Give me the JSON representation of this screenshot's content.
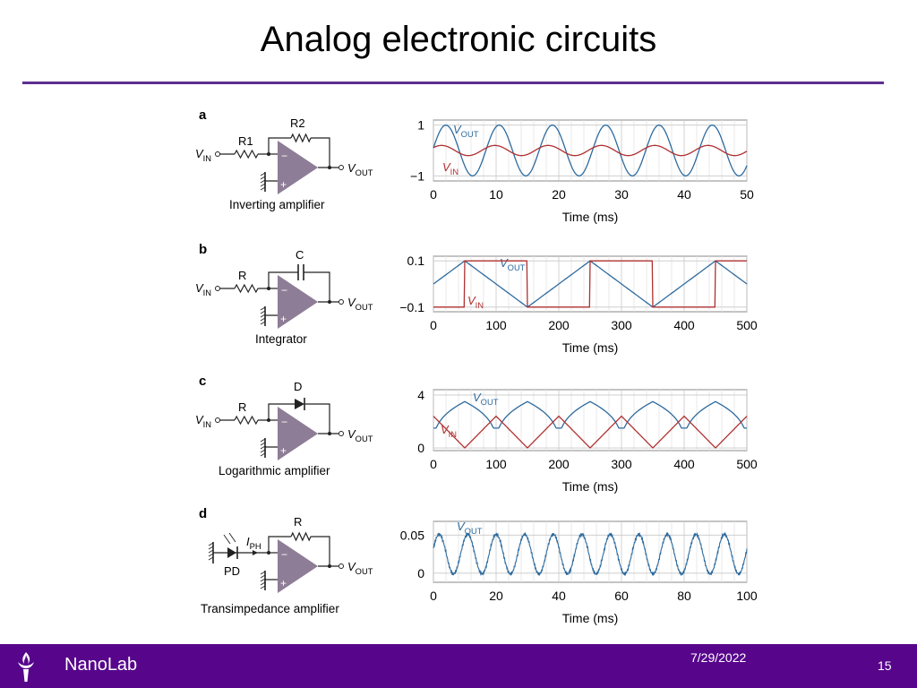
{
  "slide": {
    "title": "Analog electronic circuits",
    "footer": {
      "org": "NanoLab",
      "date": "7/29/2022",
      "page": "15"
    }
  },
  "colors": {
    "accent": "#57068c",
    "vout": "#2e6b9e",
    "vin": "#b03030",
    "opamp": "#8e7d96"
  },
  "panels": [
    {
      "letter": "a",
      "circuit": "Inverting amplifier",
      "labels": {
        "r1": "R1",
        "r2": "R2",
        "vin": "V",
        "vin_sub": "IN",
        "vout": "V",
        "vout_sub": "OUT"
      }
    },
    {
      "letter": "b",
      "circuit": "Integrator",
      "labels": {
        "r": "R",
        "c": "C",
        "vin": "V",
        "vin_sub": "IN",
        "vout": "V",
        "vout_sub": "OUT"
      }
    },
    {
      "letter": "c",
      "circuit": "Logarithmic amplifier",
      "labels": {
        "r": "R",
        "d": "D",
        "vin": "V",
        "vin_sub": "IN",
        "vout": "V",
        "vout_sub": "OUT"
      }
    },
    {
      "letter": "d",
      "circuit": "Transimpedance amplifier",
      "labels": {
        "r": "R",
        "pd": "PD",
        "iph": "I",
        "iph_sub": "PH",
        "vout": "V",
        "vout_sub": "OUT"
      }
    }
  ],
  "chart_data": [
    {
      "type": "line",
      "xlabel": "Time (ms)",
      "xlim": [
        0,
        50
      ],
      "ylim": [
        -1.2,
        1.2
      ],
      "xticks": [
        0,
        10,
        20,
        30,
        40,
        50
      ],
      "yticks": [
        1,
        -1
      ],
      "ytick_labels": [
        "1",
        "−1"
      ],
      "series": [
        {
          "name": "VOUT",
          "label": "V",
          "sub": "OUT",
          "kind": "sine",
          "amplitude": 1,
          "period": 8.5,
          "phase": 0.1
        },
        {
          "name": "VIN",
          "label": "V",
          "sub": "IN",
          "kind": "sine",
          "amplitude": 0.2,
          "period": 8.5,
          "phase": 0.6
        }
      ]
    },
    {
      "type": "line",
      "xlabel": "Time (ms)",
      "xlim": [
        0,
        500
      ],
      "ylim": [
        -0.12,
        0.12
      ],
      "xticks": [
        0,
        100,
        200,
        300,
        400,
        500
      ],
      "yticks": [
        0.1,
        -0.1
      ],
      "ytick_labels": [
        "0.1",
        "−0.1"
      ],
      "series": [
        {
          "name": "VOUT",
          "label": "V",
          "sub": "OUT",
          "kind": "triangle",
          "low": -0.1,
          "high": 0.1,
          "period": 200,
          "peak_at": 50
        },
        {
          "name": "VIN",
          "label": "V",
          "sub": "IN",
          "kind": "square",
          "low": -0.1,
          "high": 0.1,
          "period": 200,
          "rise_at": 50
        }
      ]
    },
    {
      "type": "line",
      "xlabel": "Time (ms)",
      "xlim": [
        0,
        500
      ],
      "ylim": [
        -0.2,
        4.4
      ],
      "xticks": [
        0,
        100,
        200,
        300,
        400,
        500
      ],
      "yticks": [
        4,
        0
      ],
      "ytick_labels": [
        "4",
        "0"
      ],
      "series": [
        {
          "name": "VOUT",
          "label": "V",
          "sub": "OUT",
          "kind": "log",
          "scale": 3.5,
          "floor": 1.5,
          "period": 100
        },
        {
          "name": "VIN",
          "label": "V",
          "sub": "IN",
          "kind": "triangle",
          "low": 0,
          "high": 2.4,
          "period": 100,
          "peak_at": 100
        }
      ]
    },
    {
      "type": "line",
      "xlabel": "Time (ms)",
      "xlim": [
        0,
        100
      ],
      "ylim": [
        -0.012,
        0.068
      ],
      "xticks": [
        0,
        20,
        40,
        60,
        80,
        100
      ],
      "yticks": [
        0.05,
        0
      ],
      "ytick_labels": [
        "0.05",
        "0"
      ],
      "series": [
        {
          "name": "VOUT",
          "label": "V",
          "sub": "OUT",
          "kind": "noisy_sine",
          "offset": 0.025,
          "amplitude": 0.026,
          "period": 9.1,
          "phase": 0.3
        }
      ]
    }
  ]
}
